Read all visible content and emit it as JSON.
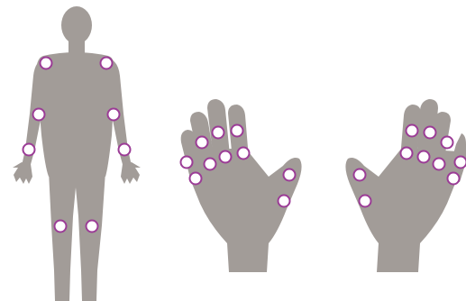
{
  "figure": {
    "background": "#ffffff",
    "silhouette_color": "#a29c98",
    "marker_fill": "#ffffff",
    "marker_stroke": "#9b3c96"
  },
  "panels": [
    {
      "id": "body-front",
      "joints": [
        "right-shoulder",
        "left-shoulder",
        "right-elbow",
        "left-elbow",
        "right-wrist",
        "left-wrist",
        "right-knee",
        "left-knee"
      ]
    },
    {
      "id": "left-hand",
      "joints": [
        "mcp-2",
        "mcp-3",
        "mcp-4",
        "mcp-5",
        "pip-2",
        "pip-3",
        "pip-4",
        "pip-5",
        "thumb-ip",
        "thumb-mcp"
      ]
    },
    {
      "id": "right-hand",
      "joints": [
        "mcp-2",
        "mcp-3",
        "mcp-4",
        "mcp-5",
        "pip-2",
        "pip-3",
        "pip-4",
        "pip-5",
        "thumb-ip",
        "thumb-mcp"
      ]
    }
  ]
}
